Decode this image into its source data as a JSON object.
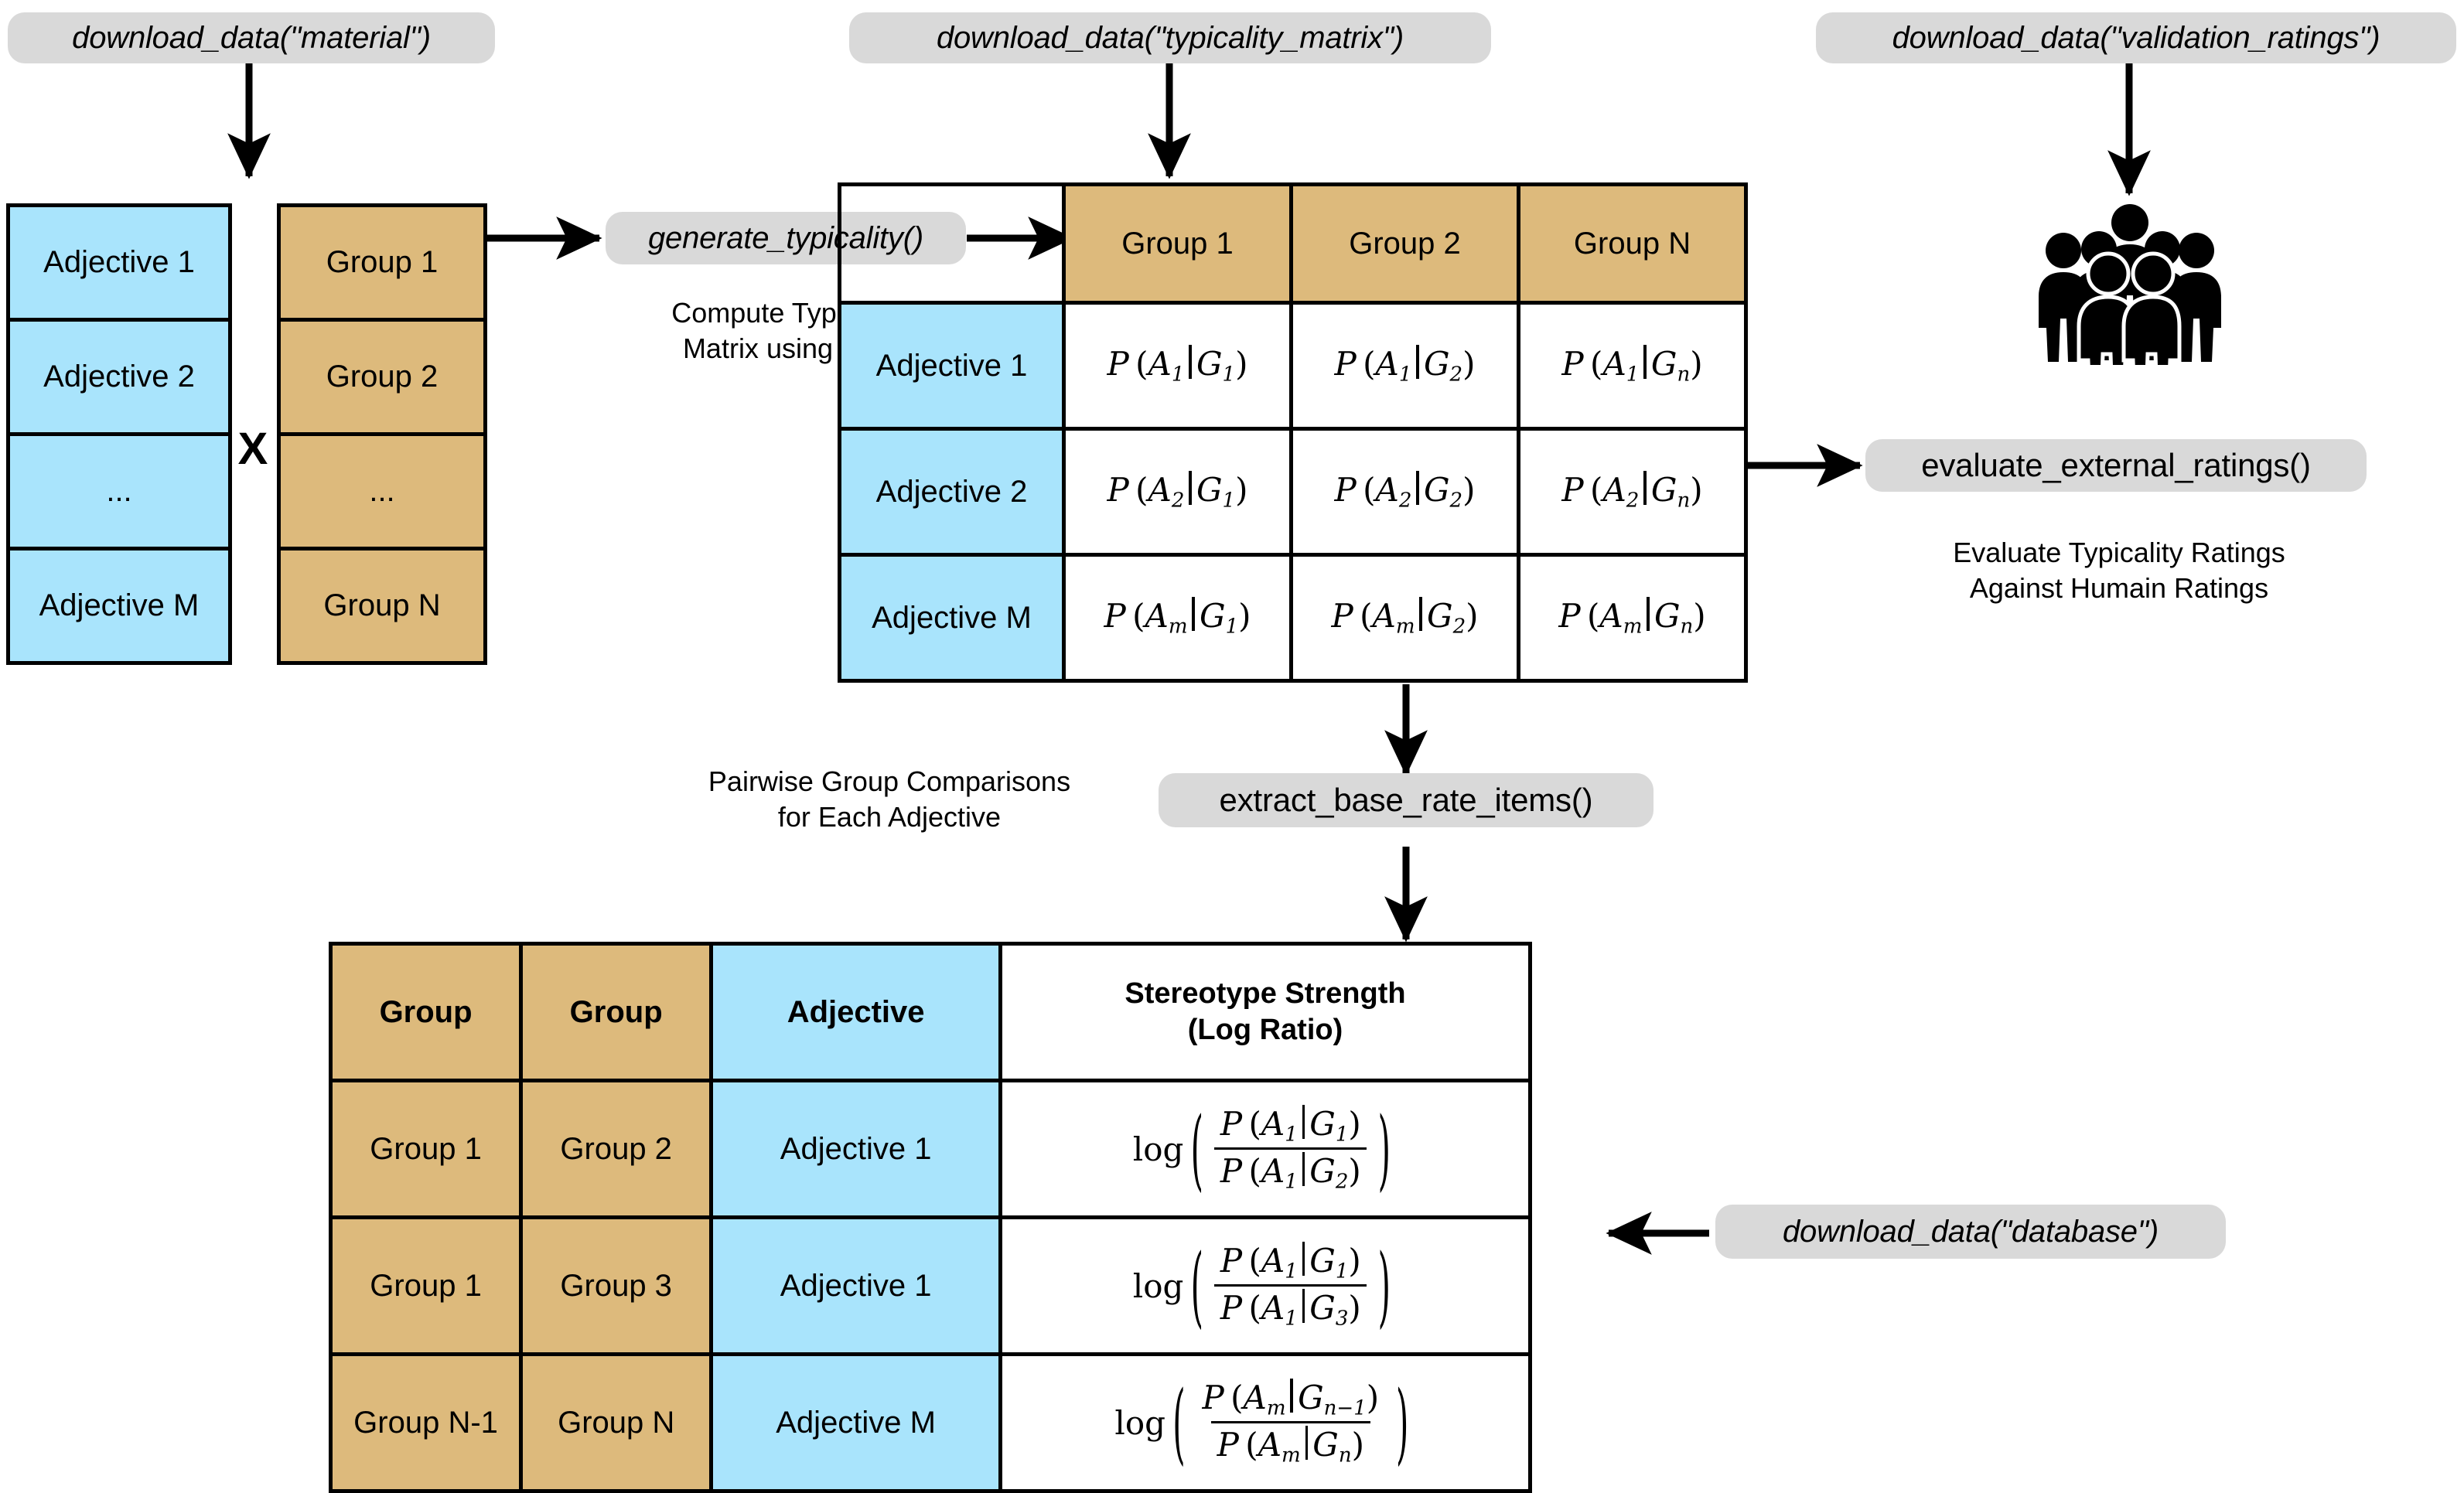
{
  "callouts": {
    "material": "download_data(\"material\")",
    "typicality_matrix": "download_data(\"typicality_matrix\")",
    "validation_ratings": "download_data(\"validation_ratings\")",
    "generate_typicality": "generate_typicality()",
    "evaluate_external_ratings": "evaluate_external_ratings()",
    "extract_base_rate_items": "extract_base_rate_items()",
    "database": "download_data(\"database\")"
  },
  "captions": {
    "compute_typicality": "Compute Typicality\nMatrix using LLM",
    "evaluate_human": "Evaluate Typicality Ratings\nAgainst Humain Ratings",
    "pairwise": "Pairwise Group Comparisons\nfor Each Adjective"
  },
  "operator": {
    "cross": "X"
  },
  "adjective_column": {
    "items": [
      "Adjective 1",
      "Adjective 2",
      "...",
      "Adjective M"
    ]
  },
  "group_column": {
    "items": [
      "Group 1",
      "Group 2",
      "...",
      "Group N"
    ]
  },
  "typicality_matrix": {
    "column_headers": [
      "Group 1",
      "Group 2",
      "Group N"
    ],
    "row_headers": [
      "Adjective 1",
      "Adjective 2",
      "Adjective M"
    ],
    "cells": [
      [
        {
          "A": "A",
          "Asub": "1",
          "G": "G",
          "Gsub": "1"
        },
        {
          "A": "A",
          "Asub": "1",
          "G": "G",
          "Gsub": "2"
        },
        {
          "A": "A",
          "Asub": "1",
          "G": "G",
          "Gsub": "n"
        }
      ],
      [
        {
          "A": "A",
          "Asub": "2",
          "G": "G",
          "Gsub": "1"
        },
        {
          "A": "A",
          "Asub": "2",
          "G": "G",
          "Gsub": "2"
        },
        {
          "A": "A",
          "Asub": "2",
          "G": "G",
          "Gsub": "n"
        }
      ],
      [
        {
          "A": "A",
          "Asub": "m",
          "G": "G",
          "Gsub": "1"
        },
        {
          "A": "A",
          "Asub": "m",
          "G": "G",
          "Gsub": "2"
        },
        {
          "A": "A",
          "Asub": "m",
          "G": "G",
          "Gsub": "n"
        }
      ]
    ]
  },
  "result_table": {
    "headers": [
      "Group",
      "Group",
      "Adjective",
      "Stereotype Strength\n(Log Ratio)"
    ],
    "header_line1": "Stereotype Strength",
    "header_line2": "(Log Ratio)",
    "rows": [
      {
        "group_a": "Group 1",
        "group_b": "Group 2",
        "adjective": "Adjective 1",
        "formula": {
          "num": {
            "A": "A",
            "Asub": "1",
            "G": "G",
            "Gsub": "1"
          },
          "den": {
            "A": "A",
            "Asub": "1",
            "G": "G",
            "Gsub": "2"
          }
        }
      },
      {
        "group_a": "Group 1",
        "group_b": "Group 3",
        "adjective": "Adjective 1",
        "formula": {
          "num": {
            "A": "A",
            "Asub": "1",
            "G": "G",
            "Gsub": "1"
          },
          "den": {
            "A": "A",
            "Asub": "1",
            "G": "G",
            "Gsub": "3"
          }
        }
      },
      {
        "group_a": "Group N-1",
        "group_b": "Group N",
        "adjective": "Adjective M",
        "formula": {
          "num": {
            "A": "A",
            "Asub": "m",
            "G": "G",
            "Gsub": "n−1"
          },
          "den": {
            "A": "A",
            "Asub": "m",
            "G": "G",
            "Gsub": "n"
          }
        }
      }
    ]
  },
  "icons": {
    "crowd": "people-crowd-icon"
  },
  "colors": {
    "blue": "#a9e4fc",
    "tan": "#ddba7c",
    "pill_gray": "#d9d9d9",
    "stroke": "#000000",
    "background": "#ffffff"
  }
}
